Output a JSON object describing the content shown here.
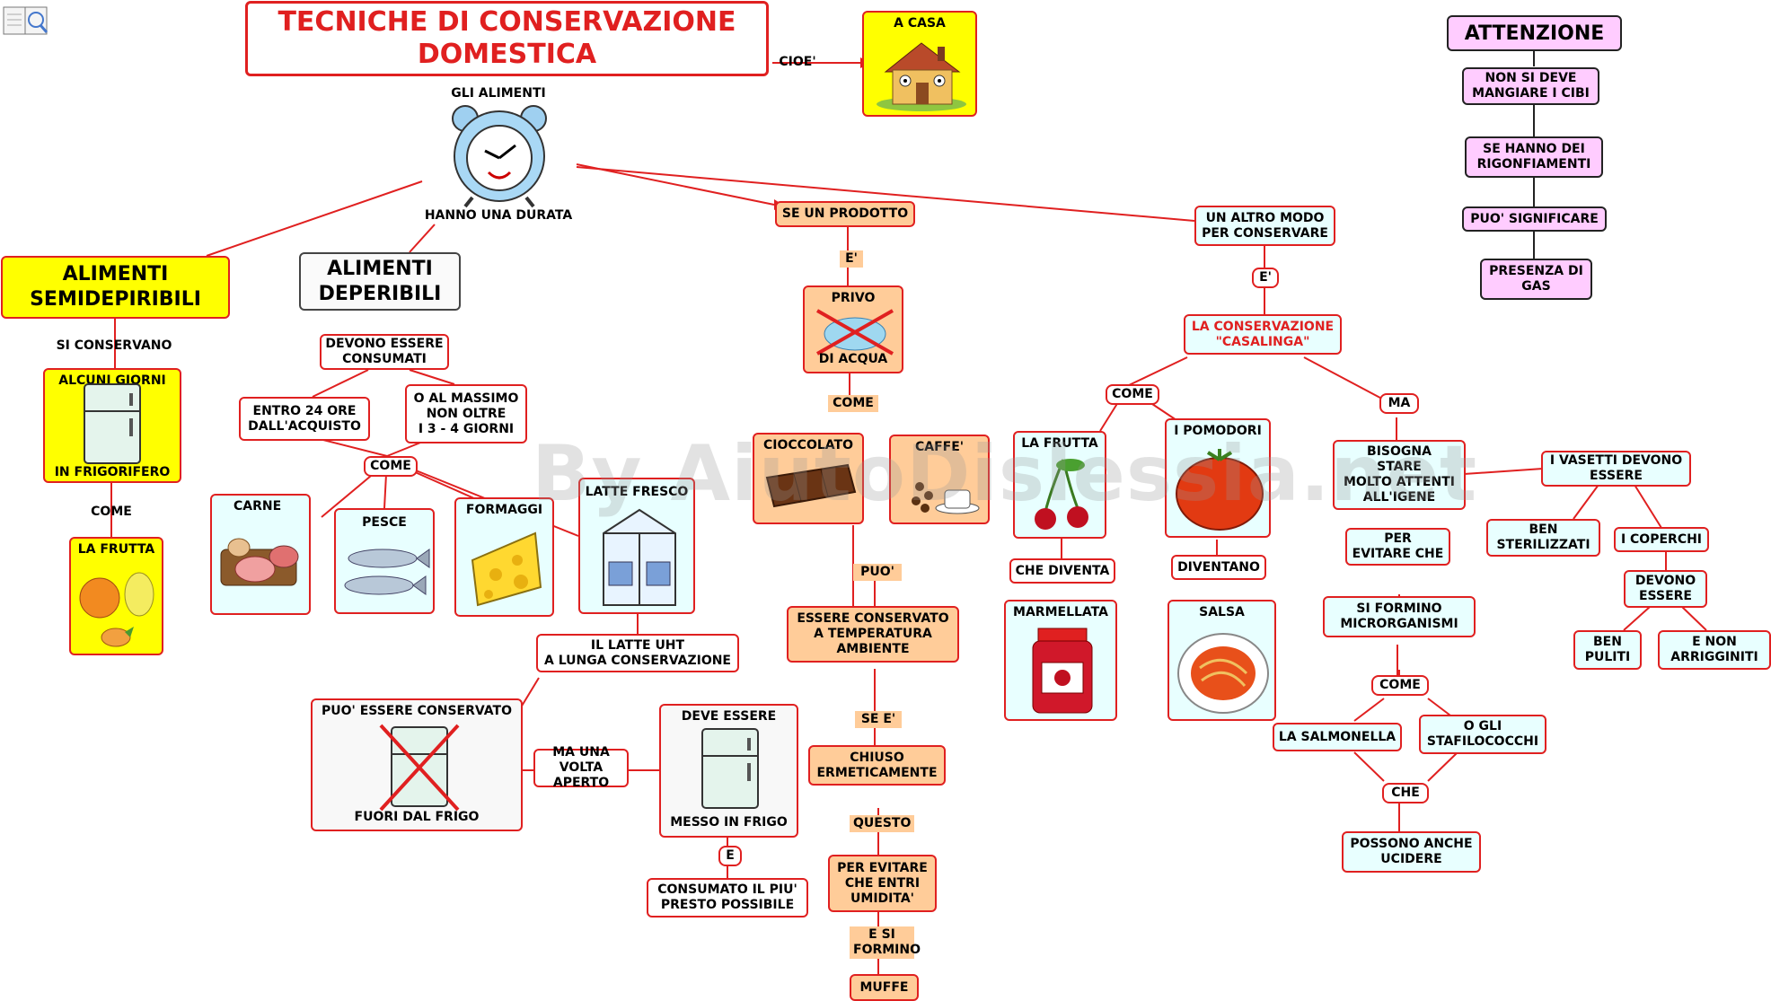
{
  "title": "TECNICHE DI CONSERVAZIONE\nDOMESTICA",
  "watermark": "By AiutoDislessia.net",
  "header": {
    "cioe_label": "CIOE'",
    "a_casa": "A CASA",
    "gli_alimenti": "GLI ALIMENTI",
    "hanno_durata": "HANNO UNA DURATA"
  },
  "attenzione": {
    "title": "ATTENZIONE",
    "items": [
      "NON SI DEVE\nMANGIARE I CIBI",
      "SE HANNO DEI\nRIGONFIAMENTI",
      "PUO' SIGNIFICARE",
      "PRESENZA DI\nGAS"
    ]
  },
  "semideperibili": {
    "title": "ALIMENTI\nSEMIDEPIRIBILI",
    "si_conservano": "SI CONSERVANO",
    "giorni_top": "ALCUNI GIORNI",
    "giorni_bottom": "IN FRIGORIFERO",
    "come": "COME",
    "frutta": "LA FRUTTA"
  },
  "deperibili": {
    "title": "ALIMENTI\nDEPERIBILI",
    "devono": "DEVONO ESSERE\nCONSUMATI",
    "entro": "ENTRO 24 ORE\nDALL'ACQUISTO",
    "massimo": "O AL MASSIMO\nNON OLTRE\nI 3 - 4 GIORNI",
    "come": "COME",
    "carne": "CARNE",
    "pesce": "PESCE",
    "formaggi": "FORMAGGI",
    "latte": "LATTE FRESCO",
    "uht": "IL LATTE UHT\nA LUNGA CONSERVAZIONE",
    "puo_top": "PUO' ESSERE CONSERVATO",
    "puo_bottom": "FUORI DAL FRIGO",
    "ma_una_volta": "MA UNA VOLTA\nAPERTO",
    "deve_top": "DEVE ESSERE",
    "deve_bottom": "MESSO IN FRIGO",
    "e": "E",
    "consumato": "CONSUMATO IL PIU'\nPRESTO POSSIBILE"
  },
  "prodotto": {
    "se_un": "SE UN PRODOTTO",
    "e": "E'",
    "privo_top": "PRIVO",
    "privo_bottom": "DI ACQUA",
    "come": "COME",
    "cioccolato": "CIOCCOLATO",
    "caffe": "CAFFE'",
    "puo": "PUO'",
    "essere": "ESSERE CONSERVATO\nA TEMPERATURA\nAMBIENTE",
    "se_e": "SE E'",
    "chiuso": "CHIUSO\nERMETICAMENTE",
    "questo": "QUESTO",
    "per_evitare": "PER EVITARE\nCHE ENTRI\nUMIDITA'",
    "e_si": "E SI\nFORMINO",
    "muffe": "MUFFE"
  },
  "altro_modo": {
    "title": "UN ALTRO MODO\nPER CONSERVARE",
    "e": "E'",
    "casalinga": "LA CONSERVAZIONE\n\"CASALINGA\"",
    "come": "COME",
    "ma": "MA",
    "frutta": "LA FRUTTA",
    "che_diventa": "CHE DIVENTA",
    "marmellata": "MARMELLATA",
    "pomodori": "I POMODORI",
    "diventano": "DIVENTANO",
    "salsa": "SALSA",
    "bisogna": "BISOGNA\nSTARE\nMOLTO ATTENTI\nALL'IGENE",
    "per_evitare": "PER\nEVITARE CHE",
    "si_formino": "SI FORMINO\nMICRORGANISMI",
    "come2": "COME",
    "salmonella": "LA SALMONELLA",
    "stafilococchi": "O GLI\nSTAFILOCOCCHI",
    "che": "CHE",
    "uccidere": "POSSONO ANCHE\nUCIDERE",
    "vasetti": "I VASETTI DEVONO\nESSERE",
    "sterilizzati": "BEN\nSTERILIZZATI",
    "coperchi": "I COPERCHI",
    "devono": "DEVONO\nESSERE",
    "puliti": "BEN\nPULITI",
    "arrugginiti": "E NON\nARRIGGINITI"
  }
}
